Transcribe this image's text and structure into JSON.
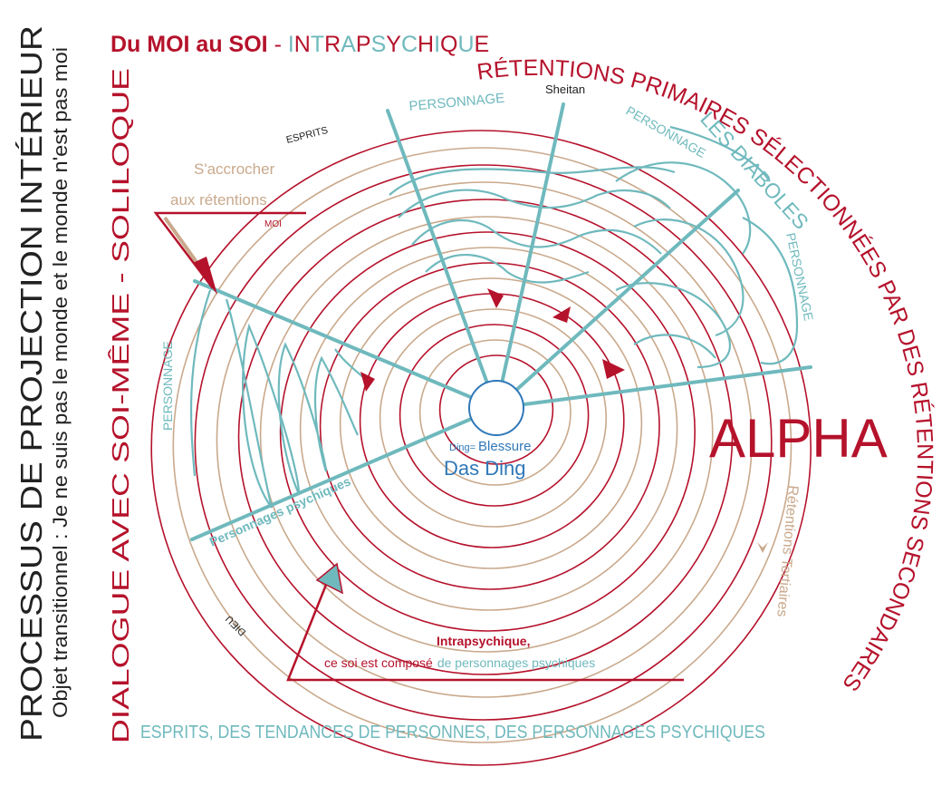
{
  "colors": {
    "red": "#b5122b",
    "teal": "#6fb9bd",
    "tan": "#c9a98c",
    "blue": "#2f78b8",
    "dark": "#222222"
  },
  "left": {
    "title": "PROCESSUS DE PROJECTION INTÉRIEUR",
    "subtitle": "Objet transitionnel : Je ne suis pas le monde et le monde n'est pas moi",
    "dialogue": "DIALOGUE AVEC SOI-MÊME - SOLILOQUE"
  },
  "top": {
    "moi_soi": "Du MOI au SOI",
    "separator": " - ",
    "intra_letters": [
      "I",
      "N",
      "T",
      "R",
      "A",
      "P",
      "S",
      "Y",
      "C",
      "H",
      "I",
      "Q",
      "U",
      "E"
    ],
    "arc_retentions": "RÉTENTIONS PRIMAIRES SÉLECTIONNÉES PAR DES RÉTENTIONS SECONDAIRES"
  },
  "labels": {
    "personnage_top": "PERSONNAGE",
    "sheitan": "Sheitan",
    "personnage_right_top": "PERSONNAGE",
    "les_diaboles": "LES DIABOLES",
    "personnage_right": "PERSONNAGE",
    "esprits": "ESPRITS",
    "accrocher_1": "S'accrocher",
    "accrocher_2": "aux rétentions",
    "moi": "MOI",
    "personnage_left": "PERSONNAGE",
    "alpha": "ALPHA",
    "ding_prefix": "Ding=",
    "blessure": "Blessure",
    "das_ding": "Das Ding",
    "personnages_psychiques": "Personnages psychiques",
    "retentions_tertiaires": "Rétentions Tertiaires",
    "dieu": "DIEU",
    "intrapsychique": "Intrapsychique,",
    "compose_red": "ce soi est composé",
    "compose_teal": "de personnages psychiques",
    "bottom": "ESPRITS, DES TENDANCES DE PERSONNES, DES PERSONNAGES PSYCHIQUES"
  }
}
